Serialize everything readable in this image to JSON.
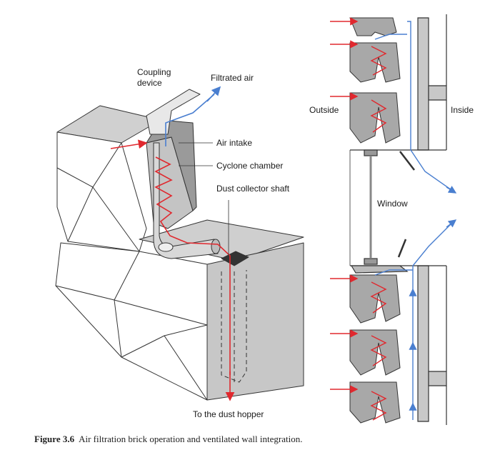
{
  "brick_labels": {
    "coupling_device": [
      "Coupling",
      "device"
    ],
    "filtrated_air": "Filtrated air",
    "air_intake": "Air intake",
    "cyclone_chamber": "Cyclone chamber",
    "dust_collector_shaft": "Dust collector shaft",
    "to_dust_hopper": "To the dust hopper"
  },
  "wall_labels": {
    "outside": "Outside",
    "inside": "Inside",
    "window": "Window"
  },
  "caption": {
    "number": "Figure 3.6",
    "text": "Air filtration brick operation and ventilated wall integration."
  },
  "colors": {
    "dirty_air": "#e0282e",
    "filtered_air": "#4a7fd0",
    "brick_fill": "#bfbfbf",
    "brick_light": "#ffffff"
  }
}
